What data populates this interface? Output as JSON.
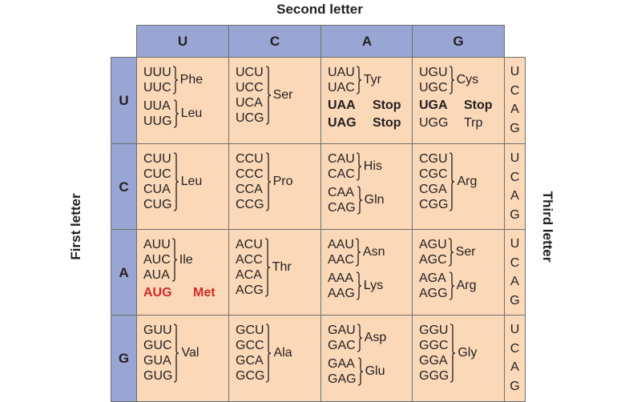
{
  "titles": {
    "second": "Second letter",
    "first": "First letter",
    "third": "Third letter"
  },
  "header_row": [
    "U",
    "C",
    "A",
    "G"
  ],
  "header_col": [
    "U",
    "C",
    "A",
    "G"
  ],
  "third_letters": [
    "U",
    "C",
    "A",
    "G"
  ],
  "cells": [
    [
      {
        "groups": [
          {
            "codons": [
              "UUU",
              "UUC"
            ],
            "aa": "Phe"
          },
          {
            "codons": [
              "UUA",
              "UUG"
            ],
            "aa": "Leu"
          }
        ]
      },
      {
        "groups": [
          {
            "codons": [
              "UCU",
              "UCC",
              "UCA",
              "UCG"
            ],
            "aa": "Ser"
          }
        ]
      },
      {
        "groups": [
          {
            "codons": [
              "UAU",
              "UAC"
            ],
            "aa": "Tyr"
          }
        ],
        "lines": [
          {
            "codon": "UAA",
            "aa": "Stop"
          },
          {
            "codon": "UAG",
            "aa": "Stop"
          }
        ]
      },
      {
        "groups": [
          {
            "codons": [
              "UGU",
              "UGC"
            ],
            "aa": "Cys"
          }
        ],
        "lines": [
          {
            "codon": "UGA",
            "aa": "Stop"
          },
          {
            "codon": "UGG",
            "aa": "Trp"
          }
        ]
      }
    ],
    [
      {
        "groups": [
          {
            "codons": [
              "CUU",
              "CUC",
              "CUA",
              "CUG"
            ],
            "aa": "Leu"
          }
        ]
      },
      {
        "groups": [
          {
            "codons": [
              "CCU",
              "CCC",
              "CCA",
              "CCG"
            ],
            "aa": "Pro"
          }
        ]
      },
      {
        "groups": [
          {
            "codons": [
              "CAU",
              "CAC"
            ],
            "aa": "His"
          },
          {
            "codons": [
              "CAA",
              "CAG"
            ],
            "aa": "Gln"
          }
        ]
      },
      {
        "groups": [
          {
            "codons": [
              "CGU",
              "CGC",
              "CGA",
              "CGG"
            ],
            "aa": "Arg"
          }
        ]
      }
    ],
    [
      {
        "groups": [
          {
            "codons": [
              "AUU",
              "AUC",
              "AUA"
            ],
            "aa": "Ile"
          }
        ],
        "lines": [
          {
            "codon": "AUG",
            "aa": "Met"
          }
        ]
      },
      {
        "groups": [
          {
            "codons": [
              "ACU",
              "ACC",
              "ACA",
              "ACG"
            ],
            "aa": "Thr"
          }
        ]
      },
      {
        "groups": [
          {
            "codons": [
              "AAU",
              "AAC"
            ],
            "aa": "Asn"
          },
          {
            "codons": [
              "AAA",
              "AAG"
            ],
            "aa": "Lys"
          }
        ]
      },
      {
        "groups": [
          {
            "codons": [
              "AGU",
              "AGC"
            ],
            "aa": "Ser"
          },
          {
            "codons": [
              "AGA",
              "AGG"
            ],
            "aa": "Arg"
          }
        ]
      }
    ],
    [
      {
        "groups": [
          {
            "codons": [
              "GUU",
              "GUC",
              "GUA",
              "GUG"
            ],
            "aa": "Val"
          }
        ]
      },
      {
        "groups": [
          {
            "codons": [
              "GCU",
              "GCC",
              "GCA",
              "GCG"
            ],
            "aa": "Ala"
          }
        ]
      },
      {
        "groups": [
          {
            "codons": [
              "GAU",
              "GAC"
            ],
            "aa": "Asp"
          },
          {
            "codons": [
              "GAA",
              "GAG"
            ],
            "aa": "Glu"
          }
        ]
      },
      {
        "groups": [
          {
            "codons": [
              "GGU",
              "GGC",
              "GGA",
              "GGG"
            ],
            "aa": "Gly"
          }
        ]
      }
    ]
  ],
  "colors": {
    "header_blue": "#99a6d3",
    "cell_peach": "#fad8b8",
    "start_red": "#d12b2b",
    "border": "#6f6f6f"
  }
}
